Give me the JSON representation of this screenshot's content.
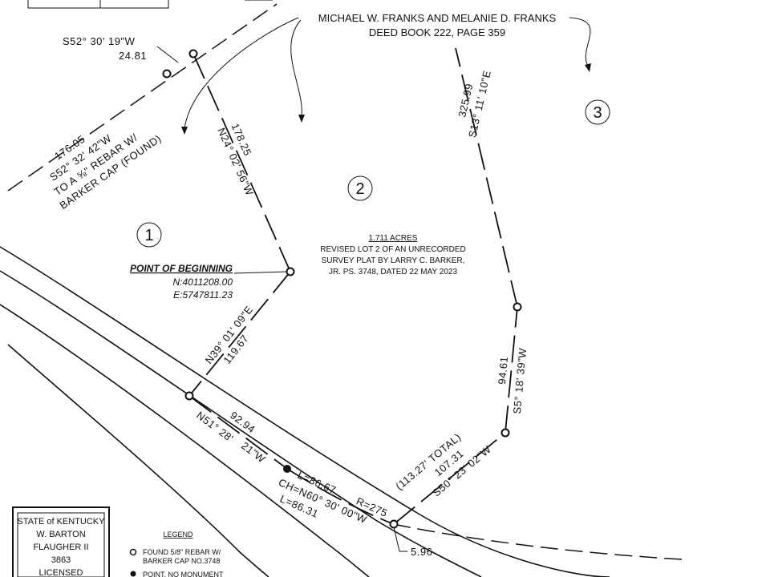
{
  "owner": {
    "line1": "MICHAEL W. FRANKS AND MELANIE D. FRANKS",
    "line2": "DEED BOOK 222, PAGE 359"
  },
  "lots": [
    "1",
    "2",
    "3"
  ],
  "area_note": {
    "acres": "1.711 ACRES",
    "line1": "REVISED LOT 2 OF AN UNRECORDED",
    "line2": "SURVEY PLAT BY LARRY C. BARKER,",
    "line3": "JR. PS. 3748, DATED 22 MAY 2023"
  },
  "pob": {
    "title": "POINT OF BEGINNING",
    "northing": "N:4011208.00",
    "easting": "E:5747811.23"
  },
  "calls": {
    "tie_bearing": "S52° 30' 19\"W",
    "tie_distance": "24.81",
    "nw_distance": "176.05",
    "nw_bearing": "S52° 32' 42\"W",
    "nw_note1": "TO A ⅝\" REBAR W/",
    "nw_note2": "BARKER CAP (FOUND)",
    "west_bearing": "N24° 02' 56\"W",
    "west_distance": "178.25",
    "east_distance": "325.99",
    "east_bearing": "S13° 11' 10\"E",
    "sw_bearing": "N39° 01' 09\"E",
    "sw_distance": "119.67",
    "south_distance": "92.94",
    "south_bearing1": "N51° 28'",
    "south_bearing2": "21\"W",
    "se_distance": "94.61",
    "se_bearing": "S5° 18' 39\"W",
    "total": "(113.27' TOTAL)",
    "s50_distance": "107.31",
    "s50_bearing": "S50° 23' 02\"W",
    "curve_l1": "L=86.67",
    "curve_r": "R=275",
    "curve_ch": "CH=N60° 30' 00\"W",
    "curve_l2": "L=86.31",
    "small_distance": "5.96"
  },
  "seal": {
    "state": "STATE of KENTUCKY",
    "name1": "W. BARTON",
    "name2": "FLAUGHER II",
    "number": "3863",
    "status": "LICENSED"
  },
  "legend": {
    "title": "LEGEND",
    "item1_line1": "FOUND 5/8\" REBAR W/",
    "item1_line2": "BARKER CAP NO.3748",
    "item2": "POINT, NO MONUMENT"
  }
}
